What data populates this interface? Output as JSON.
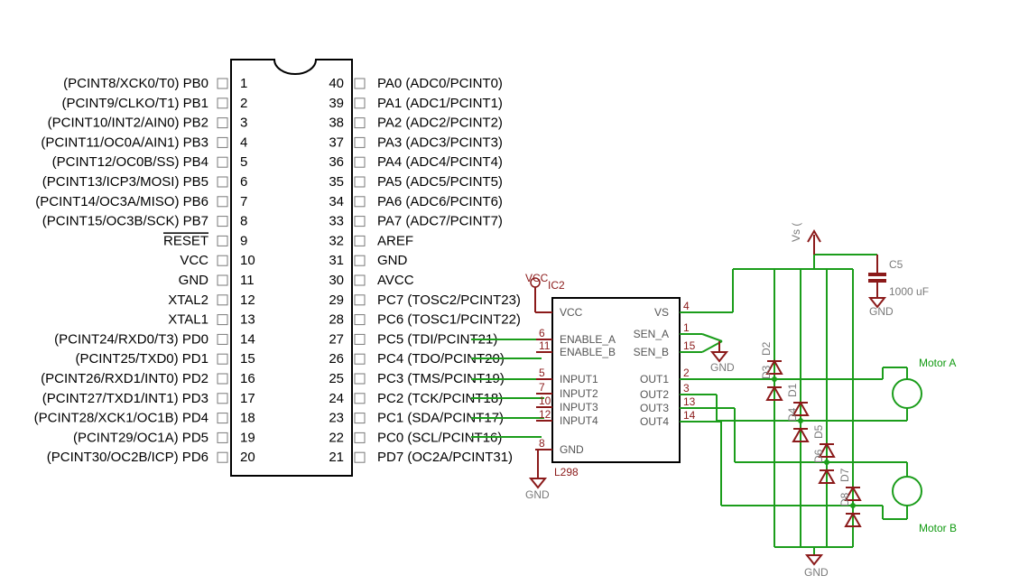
{
  "mcu": {
    "left_pins": [
      {
        "num": "1",
        "name": "(PCINT8/XCK0/T0)  PB0"
      },
      {
        "num": "2",
        "name": "(PCINT9/CLKO/T1)  PB1"
      },
      {
        "num": "3",
        "name": "(PCINT10/INT2/AIN0)  PB2"
      },
      {
        "num": "4",
        "name": "(PCINT11/OC0A/AIN1)  PB3"
      },
      {
        "num": "5",
        "name": "(PCINT12/OC0B/SS)  PB4"
      },
      {
        "num": "6",
        "name": "(PCINT13/ICP3/MOSI)  PB5"
      },
      {
        "num": "7",
        "name": "(PCINT14/OC3A/MISO)  PB6"
      },
      {
        "num": "8",
        "name": "(PCINT15/OC3B/SCK)  PB7"
      },
      {
        "num": "9",
        "name": "RESET"
      },
      {
        "num": "10",
        "name": "VCC"
      },
      {
        "num": "11",
        "name": "GND"
      },
      {
        "num": "12",
        "name": "XTAL2"
      },
      {
        "num": "13",
        "name": "XTAL1"
      },
      {
        "num": "14",
        "name": "(PCINT24/RXD0/T3)  PD0"
      },
      {
        "num": "15",
        "name": "(PCINT25/TXD0)  PD1"
      },
      {
        "num": "16",
        "name": "(PCINT26/RXD1/INT0)  PD2"
      },
      {
        "num": "17",
        "name": "(PCINT27/TXD1/INT1)  PD3"
      },
      {
        "num": "18",
        "name": "(PCINT28/XCK1/OC1B)  PD4"
      },
      {
        "num": "19",
        "name": "(PCINT29/OC1A)  PD5"
      },
      {
        "num": "20",
        "name": "(PCINT30/OC2B/ICP)  PD6"
      }
    ],
    "right_pins": [
      {
        "num": "40",
        "name": "PA0  (ADC0/PCINT0)"
      },
      {
        "num": "39",
        "name": "PA1  (ADC1/PCINT1)"
      },
      {
        "num": "38",
        "name": "PA2  (ADC2/PCINT2)"
      },
      {
        "num": "37",
        "name": "PA3  (ADC3/PCINT3)"
      },
      {
        "num": "36",
        "name": "PA4  (ADC4/PCINT4)"
      },
      {
        "num": "35",
        "name": "PA5  (ADC5/PCINT5)"
      },
      {
        "num": "34",
        "name": "PA6  (ADC6/PCINT6)"
      },
      {
        "num": "33",
        "name": "PA7  (ADC7/PCINT7)"
      },
      {
        "num": "32",
        "name": "AREF"
      },
      {
        "num": "31",
        "name": "GND"
      },
      {
        "num": "30",
        "name": "AVCC"
      },
      {
        "num": "29",
        "name": "PC7  (TOSC2/PCINT23)"
      },
      {
        "num": "28",
        "name": "PC6  (TOSC1/PCINT22)"
      },
      {
        "num": "27",
        "name": "PC5  (TDI/PCINT21)"
      },
      {
        "num": "26",
        "name": "PC4  (TDO/PCINT20)"
      },
      {
        "num": "25",
        "name": "PC3  (TMS/PCINT19)"
      },
      {
        "num": "24",
        "name": "PC2  (TCK/PCINT18)"
      },
      {
        "num": "23",
        "name": "PC1  (SDA/PCINT17)"
      },
      {
        "num": "22",
        "name": "PC0  (SCL/PCINT16)"
      },
      {
        "num": "21",
        "name": "PD7  (OC2A/PCINT31)"
      }
    ]
  },
  "driver": {
    "part": "L298",
    "ref": "IC2",
    "supply_label": "VCC",
    "left_pins": [
      {
        "num": "",
        "name": "VCC"
      },
      {
        "num": "6",
        "name": "ENABLE_A"
      },
      {
        "num": "11",
        "name": "ENABLE_B"
      },
      {
        "num": "5",
        "name": "INPUT1"
      },
      {
        "num": "7",
        "name": "INPUT2"
      },
      {
        "num": "10",
        "name": "INPUT3"
      },
      {
        "num": "12",
        "name": "INPUT4"
      },
      {
        "num": "8",
        "name": "GND"
      }
    ],
    "right_pins": [
      {
        "num": "4",
        "name": "VS"
      },
      {
        "num": "1",
        "name": "SEN_A"
      },
      {
        "num": "15",
        "name": "SEN_B"
      },
      {
        "num": "2",
        "name": "OUT1"
      },
      {
        "num": "3",
        "name": "OUT2"
      },
      {
        "num": "13",
        "name": "OUT3"
      },
      {
        "num": "14",
        "name": "OUT4"
      }
    ]
  },
  "power": {
    "vs_label": "Vs (",
    "cap_ref": "C5",
    "cap_value": "1000 uF",
    "gnd_label": "GND"
  },
  "diodes": [
    "D2",
    "D3",
    "D1",
    "D4",
    "D5",
    "D6",
    "D7",
    "D8"
  ],
  "motors": {
    "a": "Motor A",
    "b": "Motor B"
  },
  "colors": {
    "wire": "#1b9d1b",
    "component": "#8b1a1a",
    "pin_box": "#7a7a7a",
    "outline": "#000000"
  }
}
